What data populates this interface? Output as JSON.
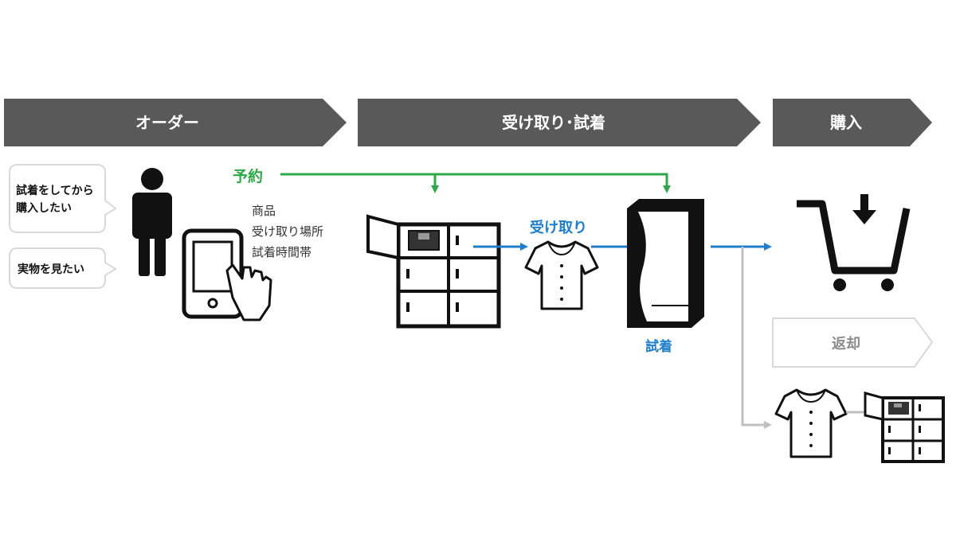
{
  "header": {
    "order": "オーダー",
    "pickup": "受け取り･試着",
    "purchase": "購入"
  },
  "bubbles": {
    "first_line1": "試着をしてから",
    "first_line2": "購入したい",
    "second": "実物を見たい"
  },
  "labels": {
    "reserve": "予約",
    "tablet_items": [
      "商品",
      "受け取り場所",
      "試着時間帯"
    ],
    "pickup": "受け取り",
    "fitting": "試着",
    "return": "返却"
  },
  "colors": {
    "header_bg": "#595959",
    "header_text": "#ffffff",
    "green": "#2ea84a",
    "blue": "#1f7ecb",
    "gray_line": "#bfbfbf",
    "icon": "#111111"
  }
}
